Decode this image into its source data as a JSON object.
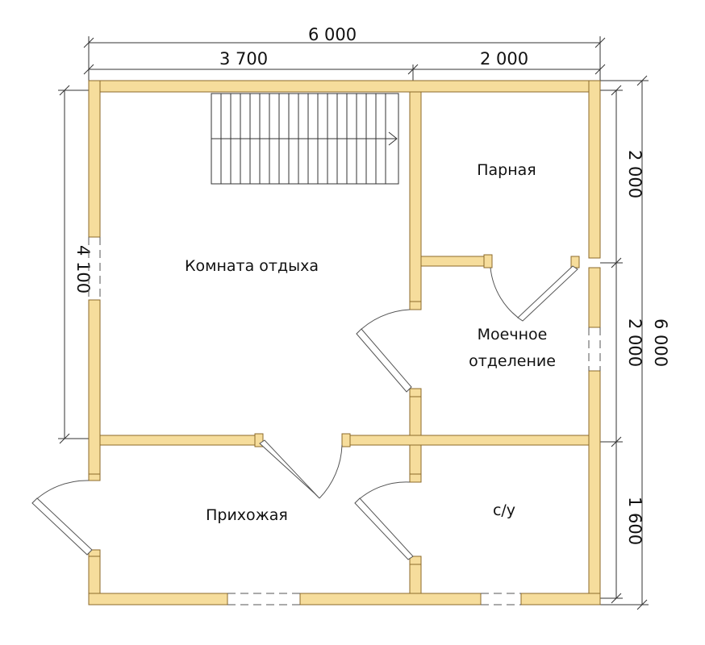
{
  "dimensions": {
    "top_total": "6 000",
    "top_left": "3 700",
    "top_right": "2 000",
    "left": "4 100",
    "right_top": "2 000",
    "right_middle": "2 000",
    "right_bottom": "1 600",
    "right_total": "6 000"
  },
  "rooms": {
    "rest_room": "Комната отдыха",
    "steam_room": "Парная",
    "washing_room_line1": "Моечное",
    "washing_room_line2": "отделение",
    "hallway": "Прихожая",
    "bathroom": "с/у"
  },
  "colors": {
    "wall_fill": "#f6dd9c",
    "wall_stroke": "#8c6a2a",
    "lines": "#333333"
  }
}
